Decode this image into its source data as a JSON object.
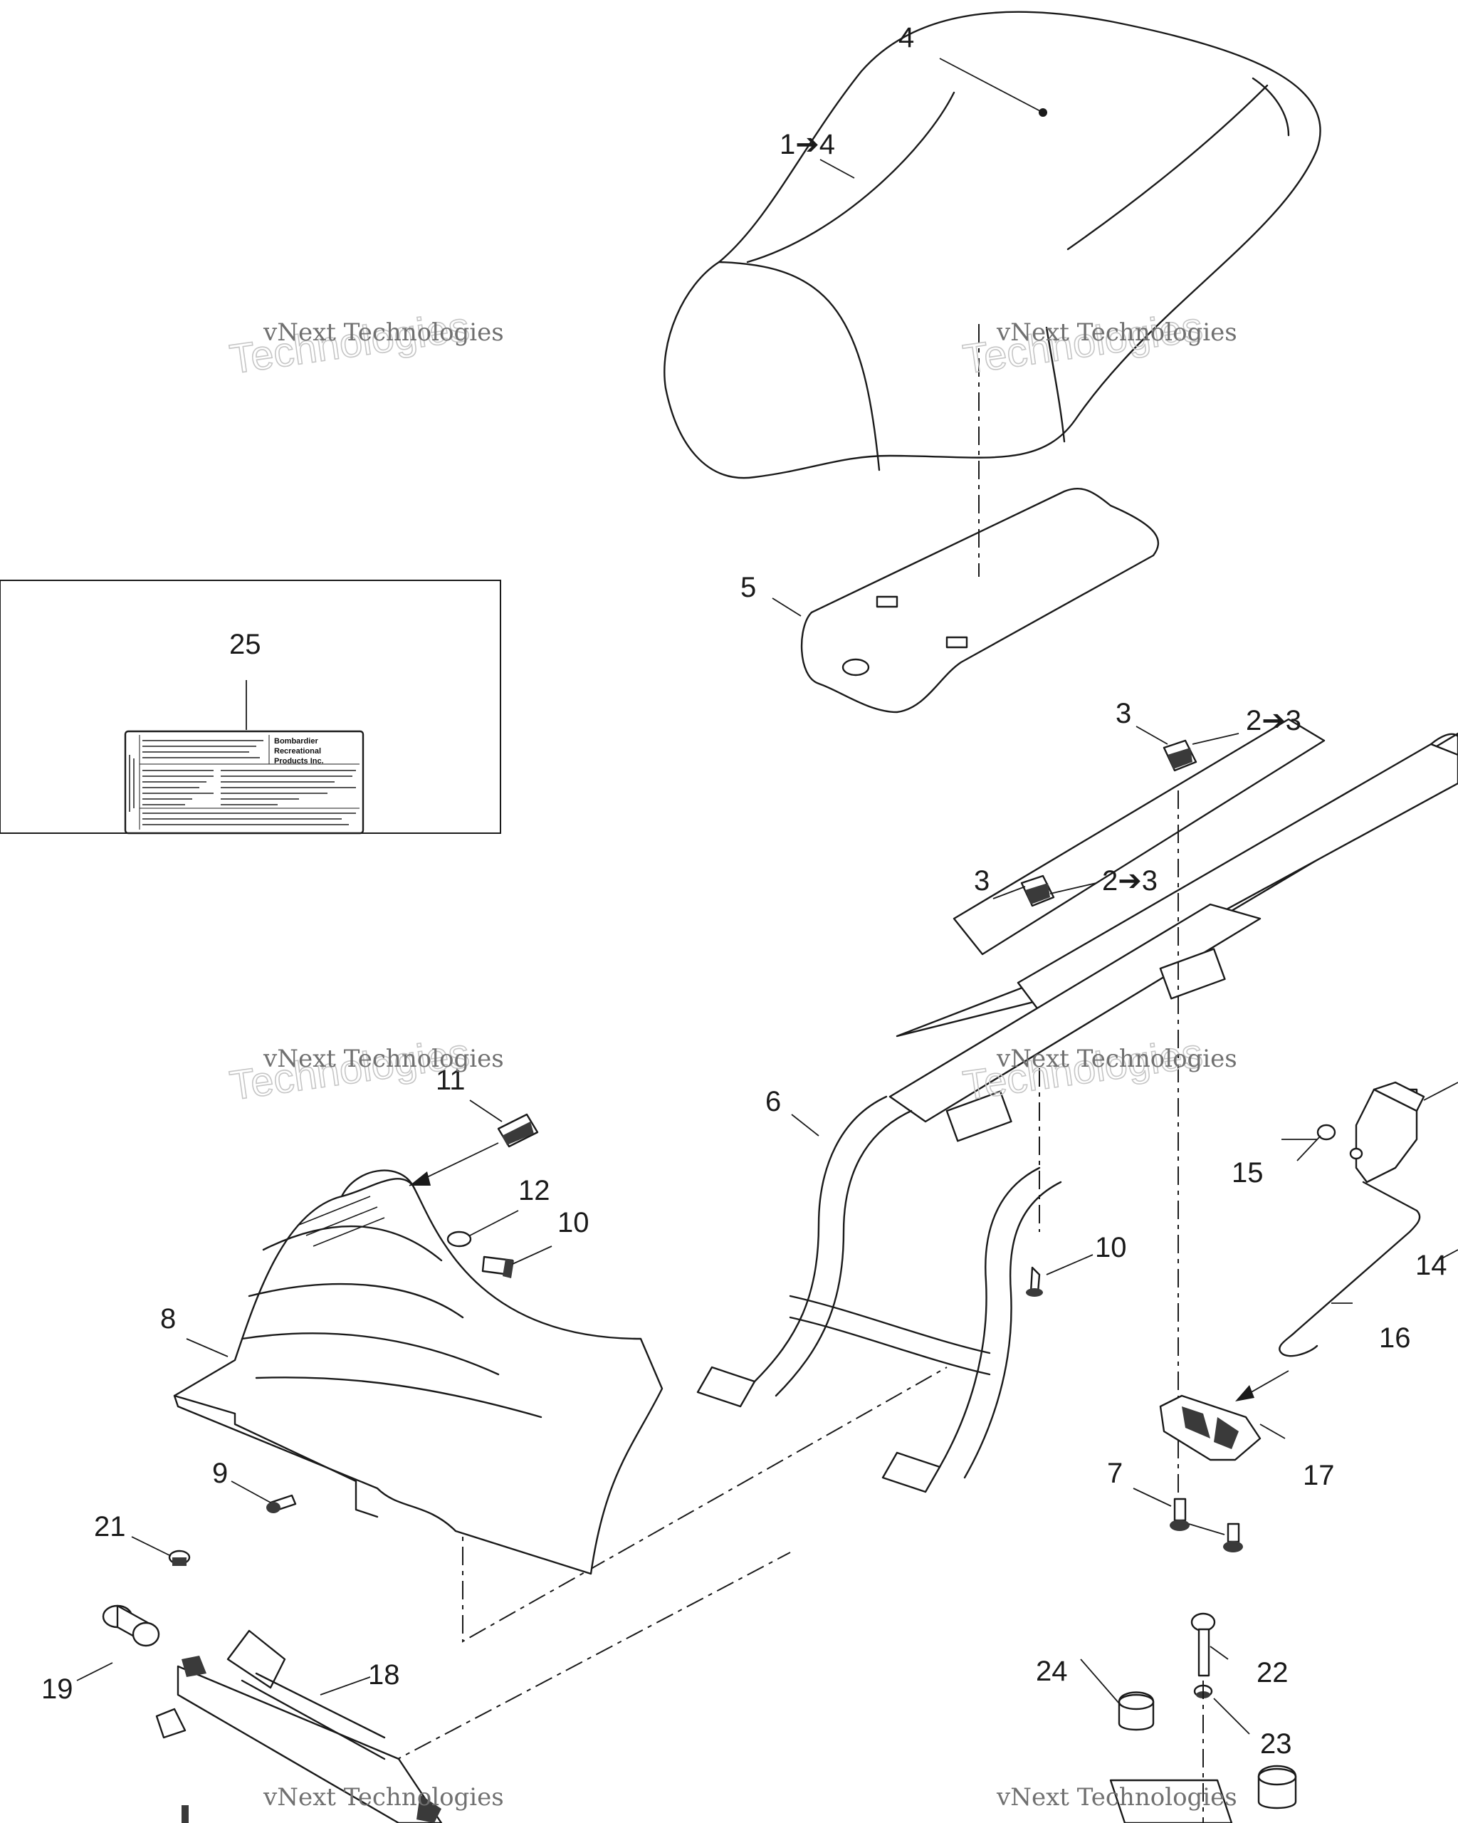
{
  "callouts": {
    "c1": "1➔4",
    "c2a": "2➔3",
    "c2b": "2➔3",
    "c3a": "3",
    "c3b": "3",
    "c4": "4",
    "c5": "5",
    "c6": "6",
    "c7": "7",
    "c8": "8",
    "c9": "9",
    "c10a": "10",
    "c10b": "10",
    "c11": "11",
    "c12": "12",
    "c14": "14",
    "c15": "15",
    "c16": "16",
    "c17": "17",
    "c18": "18",
    "c19": "19",
    "c21": "21",
    "c22": "22",
    "c23": "23",
    "c24": "24",
    "c25": "25"
  },
  "watermark": {
    "line1": "vNext Technologies",
    "line2": "vNext Technologies"
  },
  "label_decal": {
    "brand": [
      "Bombardier",
      "Recreational",
      "Products Inc."
    ]
  },
  "colors": {
    "ink": "#1a1a1a",
    "watermark": "#707070"
  }
}
